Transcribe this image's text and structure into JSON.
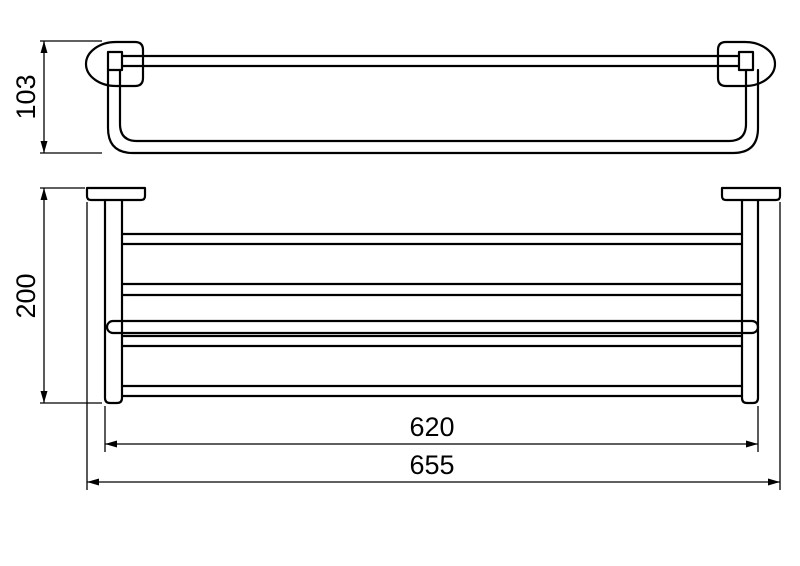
{
  "dimensions": {
    "depth_top_view": "103",
    "height_front_view": "200",
    "inner_width": "620",
    "overall_width": "655"
  },
  "colors": {
    "line": "#000000",
    "background": "#ffffff"
  }
}
